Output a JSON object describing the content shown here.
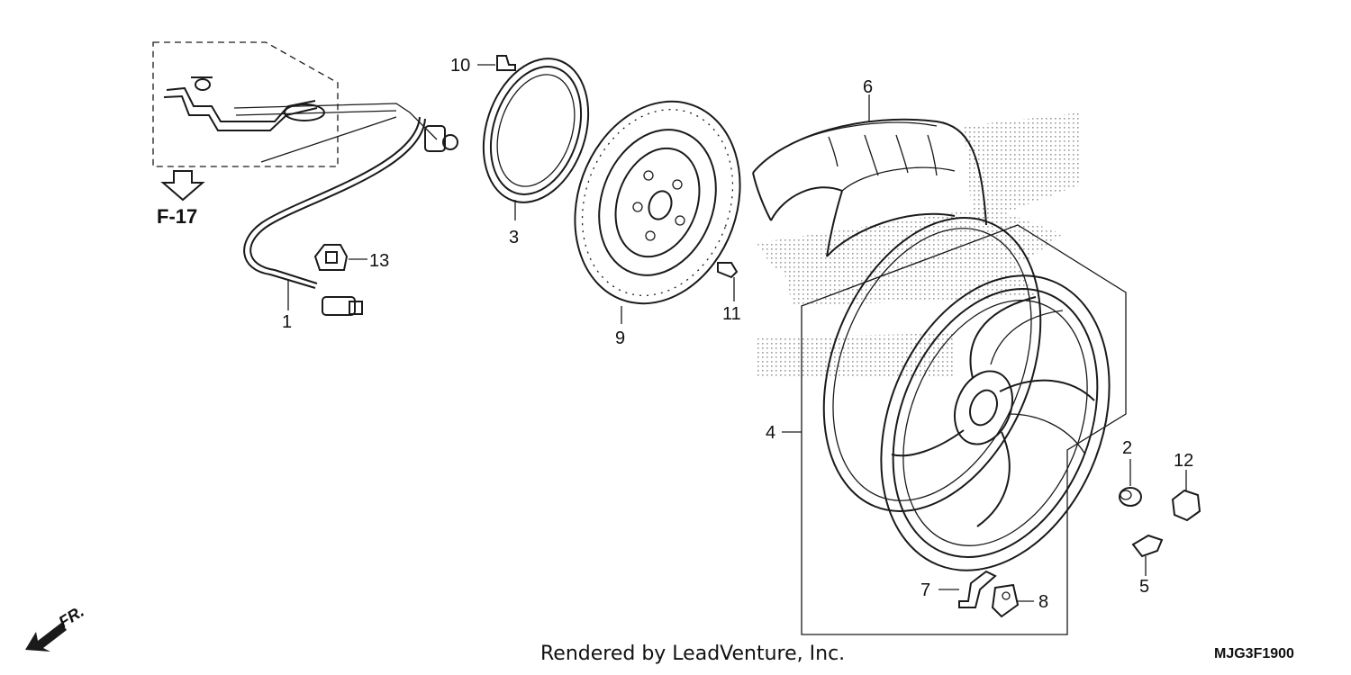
{
  "diagram": {
    "callouts": [
      {
        "id": "c1",
        "label": "1"
      },
      {
        "id": "c2",
        "label": "2"
      },
      {
        "id": "c3",
        "label": "3"
      },
      {
        "id": "c4",
        "label": "4"
      },
      {
        "id": "c5",
        "label": "5"
      },
      {
        "id": "c6",
        "label": "6"
      },
      {
        "id": "c7",
        "label": "7"
      },
      {
        "id": "c8",
        "label": "8"
      },
      {
        "id": "c9",
        "label": "9"
      },
      {
        "id": "c10",
        "label": "10"
      },
      {
        "id": "c11",
        "label": "11"
      },
      {
        "id": "c12",
        "label": "12"
      },
      {
        "id": "c13",
        "label": "13"
      }
    ],
    "section_ref": "F-17",
    "front_label": "FR.",
    "footer": "Rendered by LeadVenture, Inc.",
    "diagram_code": "MJG3F1900"
  }
}
